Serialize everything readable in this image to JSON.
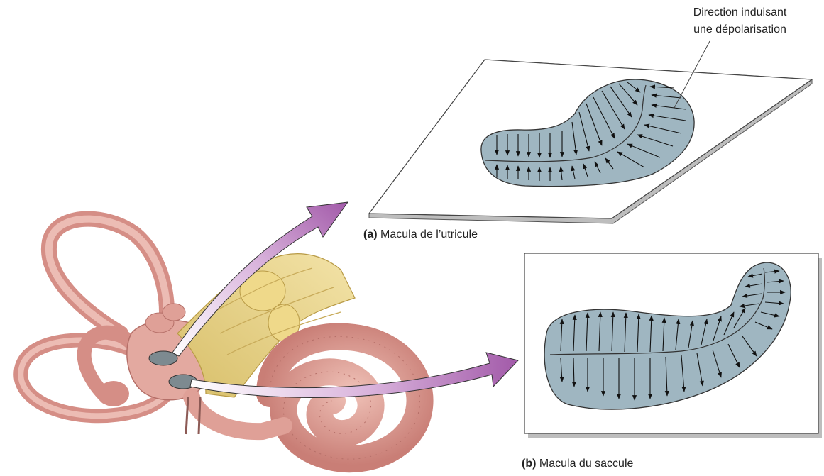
{
  "annotation": {
    "line1": "Direction induisant",
    "line2": "une dépolarisation"
  },
  "captions": {
    "a": {
      "letter": "(a)",
      "text": "Macula de l’utricule"
    },
    "b": {
      "letter": "(b)",
      "text": "Macula du saccule"
    }
  },
  "colors": {
    "macula_fill": "#9fb6c1",
    "arrow_pointer": "#a25aa9",
    "ear_tissue": "#e3a9a0",
    "nerve": "#e7d48a"
  }
}
